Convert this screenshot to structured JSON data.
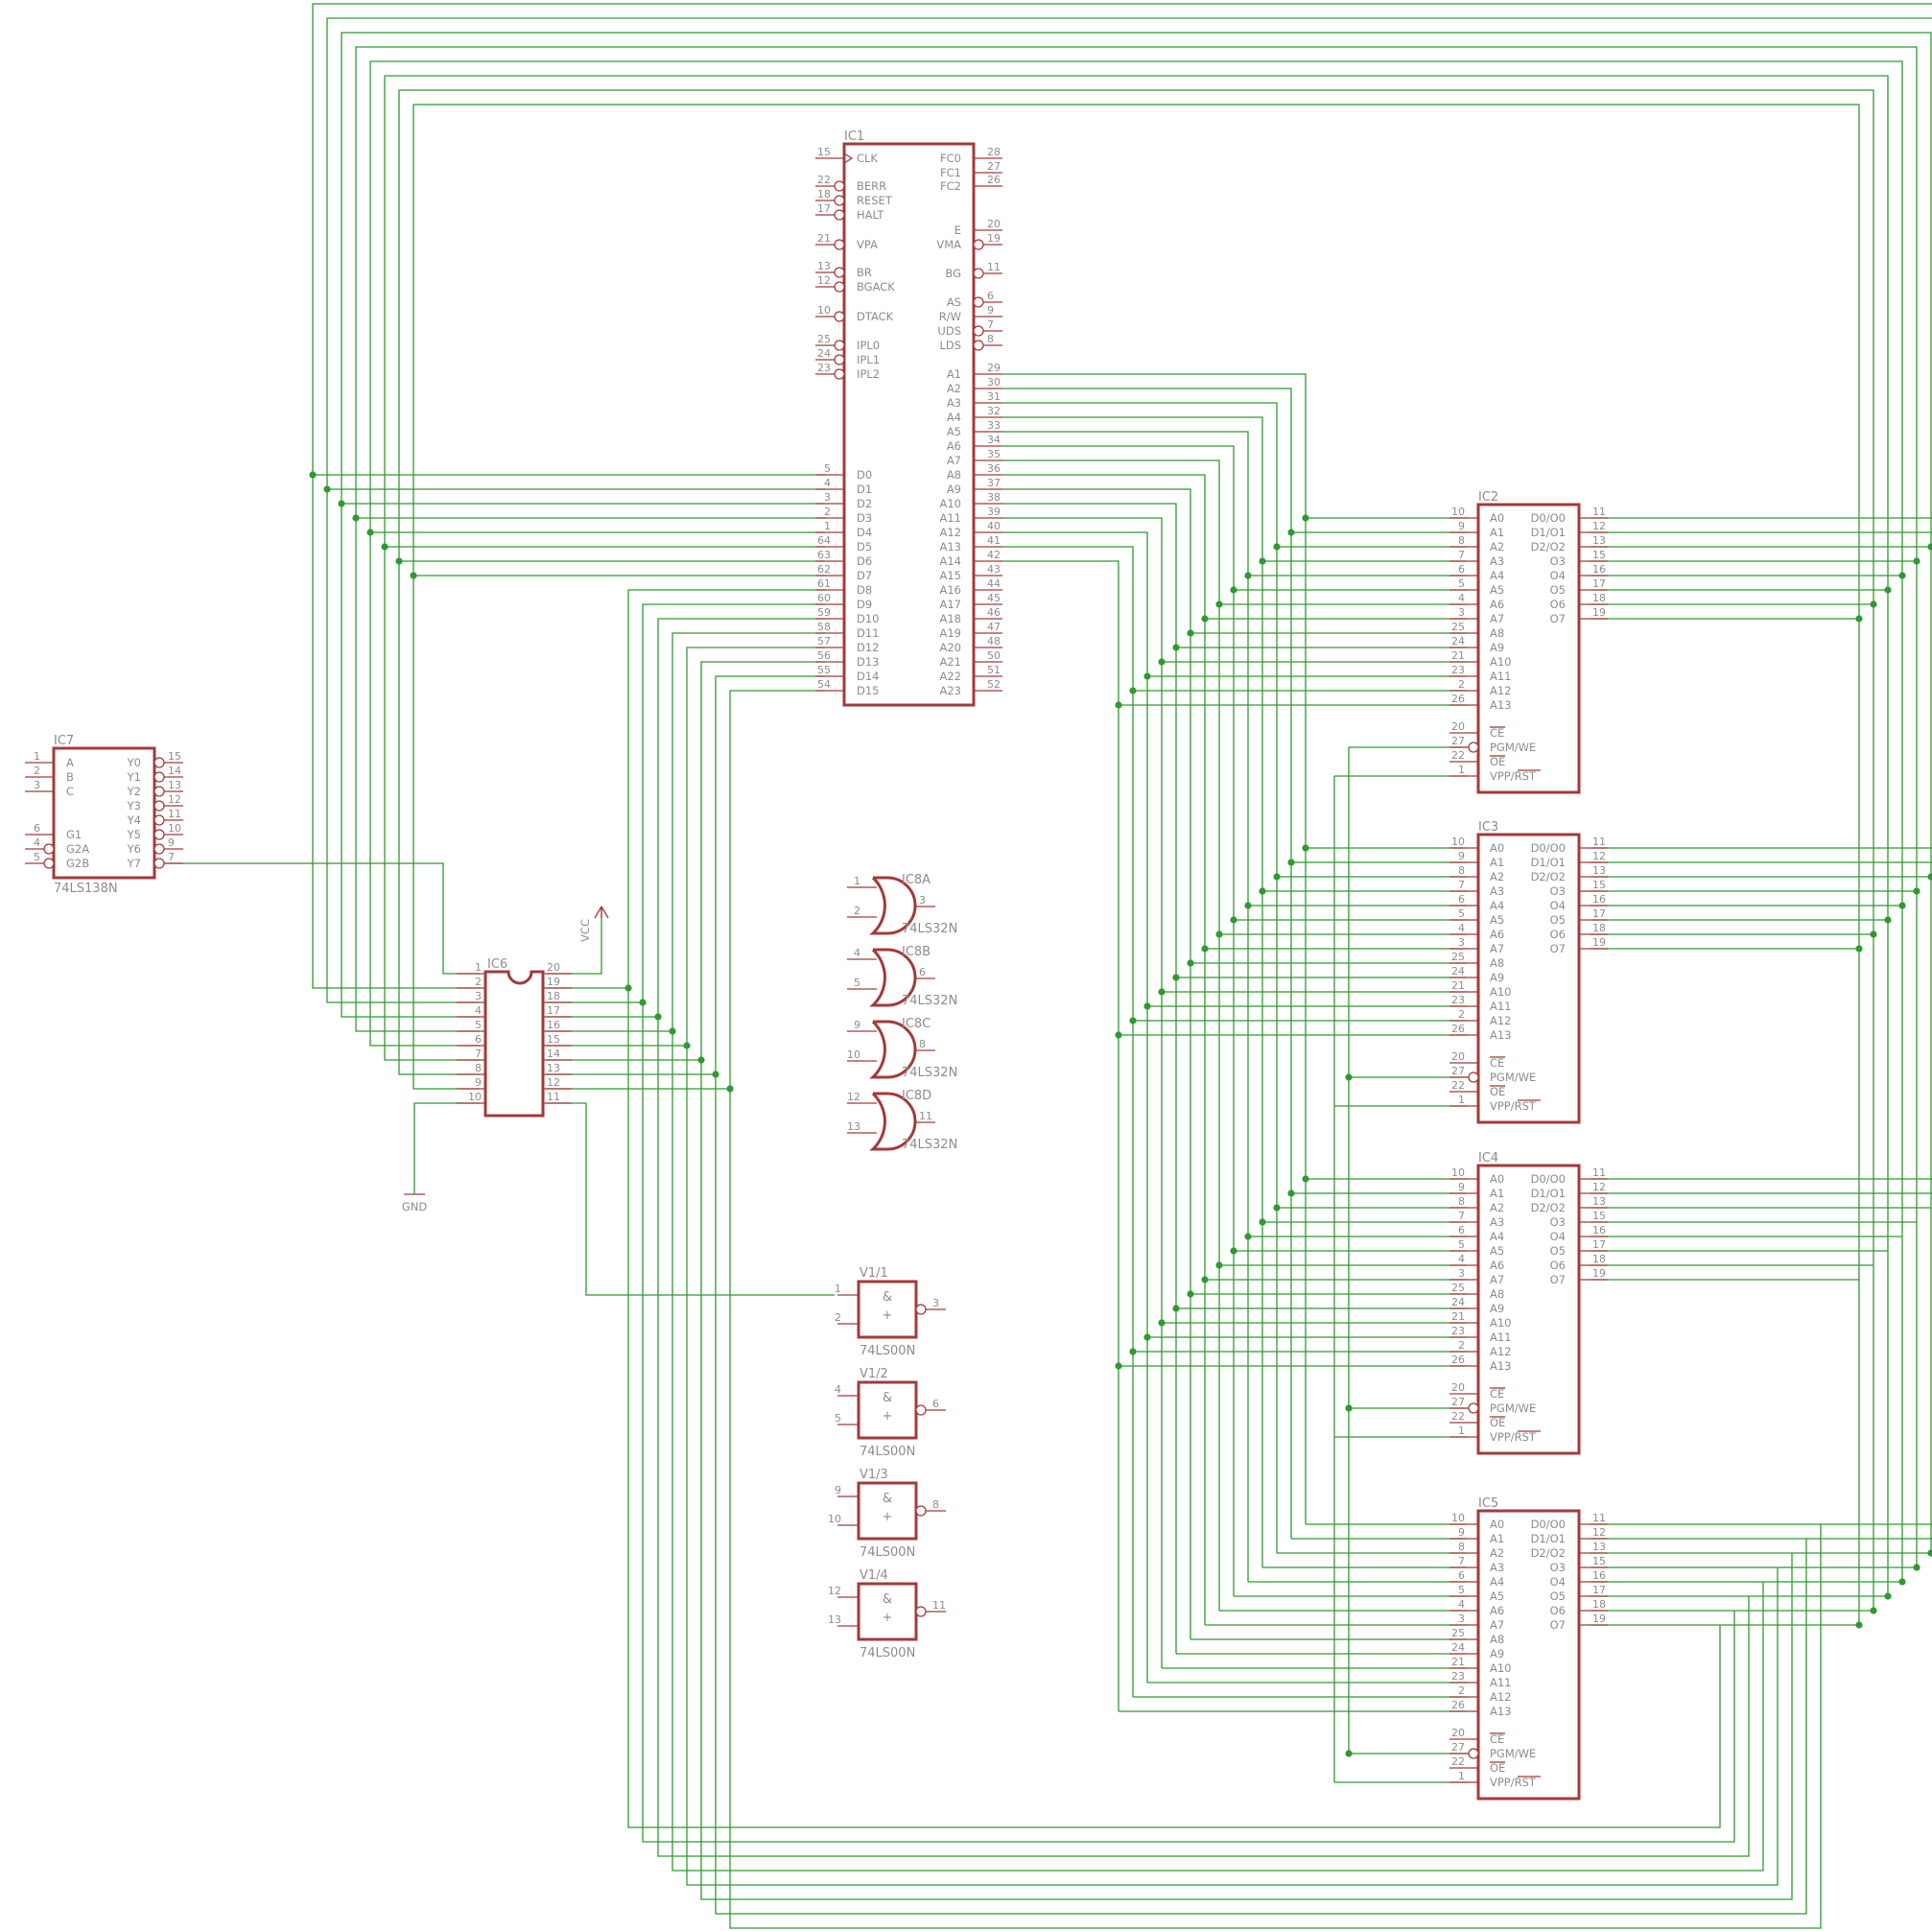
{
  "colors": {
    "component": "#a33a3a",
    "wire": "#2f9a2f",
    "text": "#8c8c8c",
    "background": "#ffffff"
  },
  "ic1": {
    "ref": "IC1",
    "left_pins": [
      {
        "num": "15",
        "label": "CLK"
      },
      {
        "num": "22",
        "label": "BERR"
      },
      {
        "num": "18",
        "label": "RESET"
      },
      {
        "num": "17",
        "label": "HALT"
      },
      {
        "num": "21",
        "label": "VPA"
      },
      {
        "num": "13",
        "label": "BR"
      },
      {
        "num": "12",
        "label": "BGACK"
      },
      {
        "num": "10",
        "label": "DTACK"
      },
      {
        "num": "25",
        "label": "IPL0"
      },
      {
        "num": "24",
        "label": "IPL1"
      },
      {
        "num": "23",
        "label": "IPL2"
      },
      {
        "num": "5",
        "label": "D0"
      },
      {
        "num": "4",
        "label": "D1"
      },
      {
        "num": "3",
        "label": "D2"
      },
      {
        "num": "2",
        "label": "D3"
      },
      {
        "num": "1",
        "label": "D4"
      },
      {
        "num": "64",
        "label": "D5"
      },
      {
        "num": "63",
        "label": "D6"
      },
      {
        "num": "62",
        "label": "D7"
      },
      {
        "num": "61",
        "label": "D8"
      },
      {
        "num": "60",
        "label": "D9"
      },
      {
        "num": "59",
        "label": "D10"
      },
      {
        "num": "58",
        "label": "D11"
      },
      {
        "num": "57",
        "label": "D12"
      },
      {
        "num": "56",
        "label": "D13"
      },
      {
        "num": "55",
        "label": "D14"
      },
      {
        "num": "54",
        "label": "D15"
      }
    ],
    "right_pins": [
      {
        "num": "28",
        "label": "FC0"
      },
      {
        "num": "27",
        "label": "FC1"
      },
      {
        "num": "26",
        "label": "FC2"
      },
      {
        "num": "20",
        "label": "E"
      },
      {
        "num": "19",
        "label": "VMA"
      },
      {
        "num": "11",
        "label": "BG"
      },
      {
        "num": "6",
        "label": "AS"
      },
      {
        "num": "9",
        "label": "R/W"
      },
      {
        "num": "7",
        "label": "UDS"
      },
      {
        "num": "8",
        "label": "LDS"
      },
      {
        "num": "29",
        "label": "A1"
      },
      {
        "num": "30",
        "label": "A2"
      },
      {
        "num": "31",
        "label": "A3"
      },
      {
        "num": "32",
        "label": "A4"
      },
      {
        "num": "33",
        "label": "A5"
      },
      {
        "num": "34",
        "label": "A6"
      },
      {
        "num": "35",
        "label": "A7"
      },
      {
        "num": "36",
        "label": "A8"
      },
      {
        "num": "37",
        "label": "A9"
      },
      {
        "num": "38",
        "label": "A10"
      },
      {
        "num": "39",
        "label": "A11"
      },
      {
        "num": "40",
        "label": "A12"
      },
      {
        "num": "41",
        "label": "A13"
      },
      {
        "num": "42",
        "label": "A14"
      },
      {
        "num": "43",
        "label": "A15"
      },
      {
        "num": "44",
        "label": "A16"
      },
      {
        "num": "45",
        "label": "A17"
      },
      {
        "num": "46",
        "label": "A18"
      },
      {
        "num": "47",
        "label": "A19"
      },
      {
        "num": "48",
        "label": "A20"
      },
      {
        "num": "50",
        "label": "A21"
      },
      {
        "num": "51",
        "label": "A22"
      },
      {
        "num": "52",
        "label": "A23"
      }
    ]
  },
  "eprom": {
    "refs": [
      "IC2",
      "IC3",
      "IC4",
      "IC5"
    ],
    "left_pins": [
      {
        "num": "10",
        "label": "A0"
      },
      {
        "num": "9",
        "label": "A1"
      },
      {
        "num": "8",
        "label": "A2"
      },
      {
        "num": "7",
        "label": "A3"
      },
      {
        "num": "6",
        "label": "A4"
      },
      {
        "num": "5",
        "label": "A5"
      },
      {
        "num": "4",
        "label": "A6"
      },
      {
        "num": "3",
        "label": "A7"
      },
      {
        "num": "25",
        "label": "A8"
      },
      {
        "num": "24",
        "label": "A9"
      },
      {
        "num": "21",
        "label": "A10"
      },
      {
        "num": "23",
        "label": "A11"
      },
      {
        "num": "2",
        "label": "A12"
      },
      {
        "num": "26",
        "label": "A13"
      },
      {
        "num": "20",
        "label": "CE"
      },
      {
        "num": "27",
        "label": "PGM/WE"
      },
      {
        "num": "22",
        "label": "OE"
      },
      {
        "num": "1",
        "label": "VPP/RST"
      }
    ],
    "right_pins": [
      {
        "num": "11",
        "label": "D0/O0"
      },
      {
        "num": "12",
        "label": "D1/O1"
      },
      {
        "num": "13",
        "label": "D2/O2"
      },
      {
        "num": "15",
        "label": "O3"
      },
      {
        "num": "16",
        "label": "O4"
      },
      {
        "num": "17",
        "label": "O5"
      },
      {
        "num": "18",
        "label": "O6"
      },
      {
        "num": "19",
        "label": "O7"
      }
    ]
  },
  "ic7": {
    "ref": "IC7",
    "value": "74LS138N",
    "left_pins": [
      {
        "num": "1",
        "label": "A"
      },
      {
        "num": "2",
        "label": "B"
      },
      {
        "num": "3",
        "label": "C"
      },
      {
        "num": "6",
        "label": "G1"
      },
      {
        "num": "4",
        "label": "G2A"
      },
      {
        "num": "5",
        "label": "G2B"
      }
    ],
    "right_pins": [
      {
        "num": "15",
        "label": "Y0"
      },
      {
        "num": "14",
        "label": "Y1"
      },
      {
        "num": "13",
        "label": "Y2"
      },
      {
        "num": "12",
        "label": "Y3"
      },
      {
        "num": "11",
        "label": "Y4"
      },
      {
        "num": "10",
        "label": "Y5"
      },
      {
        "num": "9",
        "label": "Y6"
      },
      {
        "num": "7",
        "label": "Y7"
      }
    ]
  },
  "ic6": {
    "ref": "IC6",
    "left_nums": [
      "1",
      "2",
      "3",
      "4",
      "5",
      "6",
      "7",
      "8",
      "9",
      "10"
    ],
    "right_nums": [
      "20",
      "19",
      "18",
      "17",
      "16",
      "15",
      "14",
      "13",
      "12",
      "11"
    ]
  },
  "or_gates": [
    {
      "ref": "IC8A",
      "value": "74LS32N",
      "in1": "1",
      "in2": "2",
      "out": "3"
    },
    {
      "ref": "IC8B",
      "value": "74LS32N",
      "in1": "4",
      "in2": "5",
      "out": "6"
    },
    {
      "ref": "IC8C",
      "value": "74LS32N",
      "in1": "9",
      "in2": "10",
      "out": "8"
    },
    {
      "ref": "IC8D",
      "value": "74LS32N",
      "in1": "12",
      "in2": "13",
      "out": "11"
    }
  ],
  "nand_gates": [
    {
      "ref": "V1/1",
      "value": "74LS00N",
      "in1": "1",
      "in2": "2",
      "out": "3",
      "sym1": "&",
      "sym2": "+"
    },
    {
      "ref": "V1/2",
      "value": "74LS00N",
      "in1": "4",
      "in2": "5",
      "out": "6",
      "sym1": "&",
      "sym2": "+"
    },
    {
      "ref": "V1/3",
      "value": "74LS00N",
      "in1": "9",
      "in2": "10",
      "out": "8",
      "sym1": "&",
      "sym2": "+"
    },
    {
      "ref": "V1/4",
      "value": "74LS00N",
      "in1": "12",
      "in2": "13",
      "out": "11",
      "sym1": "&",
      "sym2": "+"
    }
  ],
  "power": {
    "vcc": "VCC",
    "gnd": "GND"
  }
}
